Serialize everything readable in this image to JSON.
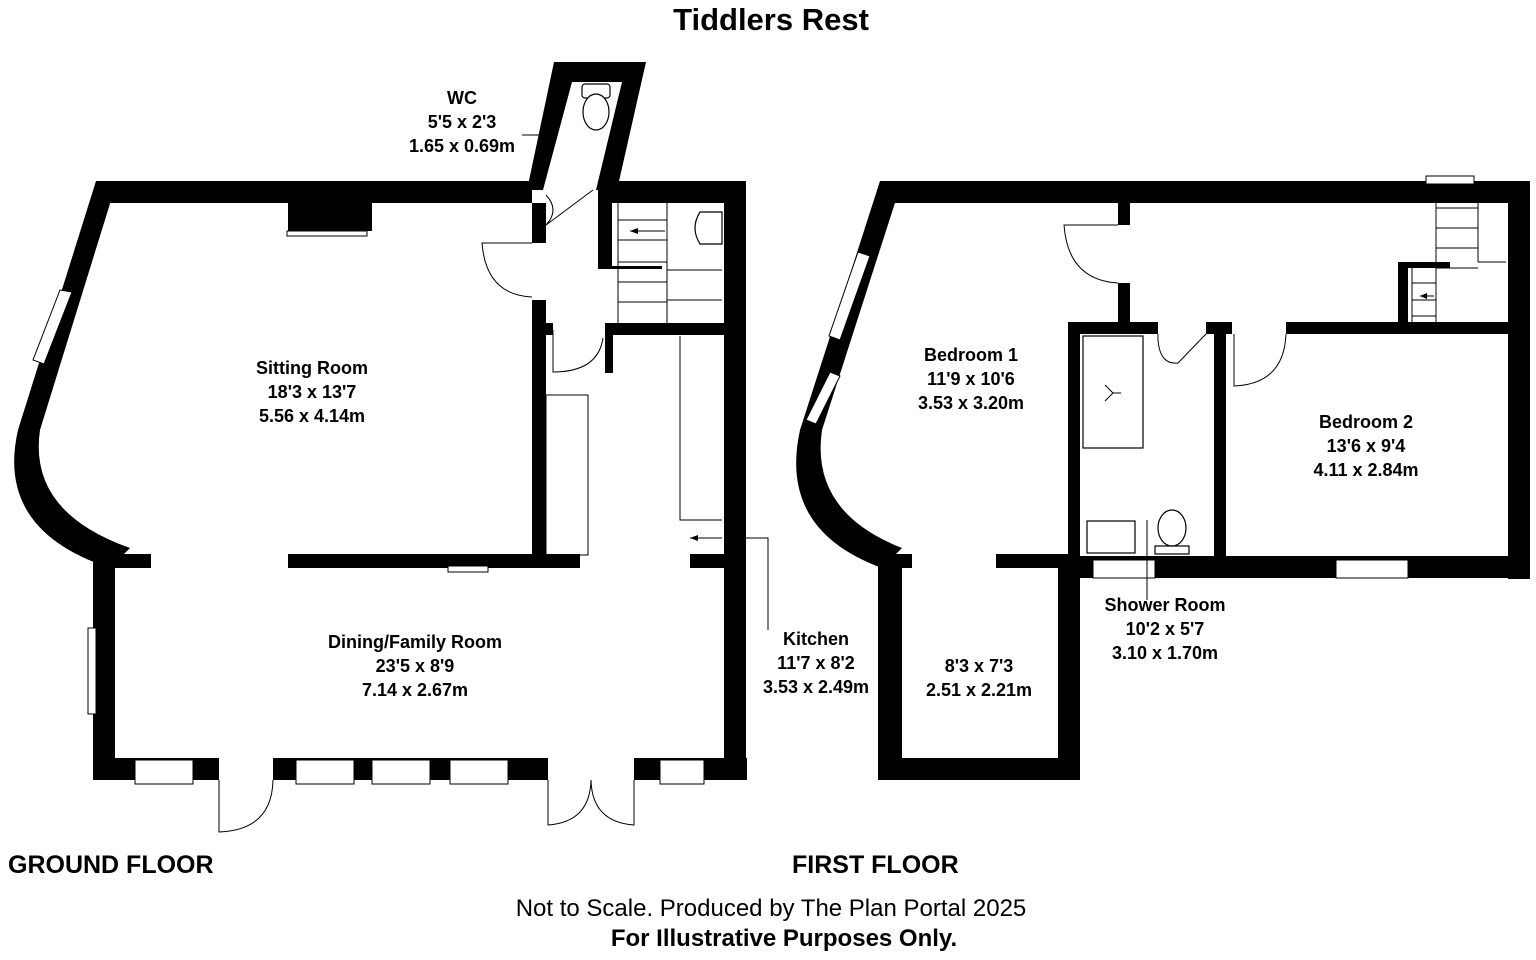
{
  "title": "Tiddlers Rest",
  "floors": {
    "ground": "GROUND FLOOR",
    "first": "FIRST FLOOR"
  },
  "rooms": {
    "wc": {
      "name": "WC",
      "imperial": "5'5 x 2'3",
      "metric": "1.65 x 0.69m"
    },
    "sitting": {
      "name": "Sitting Room",
      "imperial": "18'3 x 13'7",
      "metric": "5.56 x 4.14m"
    },
    "dining": {
      "name": "Dining/Family Room",
      "imperial": "23'5 x 8'9",
      "metric": "7.14 x 2.67m"
    },
    "kitchen": {
      "name": "Kitchen",
      "imperial": "11'7 x 8'2",
      "metric": "3.53 x 2.49m"
    },
    "bedroom1": {
      "name": "Bedroom 1",
      "imperial": "11'9 x 10'6",
      "metric": "3.53 x 3.20m"
    },
    "bedroom2": {
      "name": "Bedroom 2",
      "imperial": "13'6 x 9'4",
      "metric": "4.11 x 2.84m"
    },
    "shower": {
      "name": "Shower Room",
      "imperial": "10'2 x 5'7",
      "metric": "3.10 x 1.70m"
    },
    "small": {
      "imperial": "8'3 x 7'3",
      "metric": "2.51 x 2.21m"
    }
  },
  "footer": {
    "line1": "Not to Scale. Produced by The Plan Portal 2025",
    "line2": "For Illustrative Purposes Only."
  }
}
